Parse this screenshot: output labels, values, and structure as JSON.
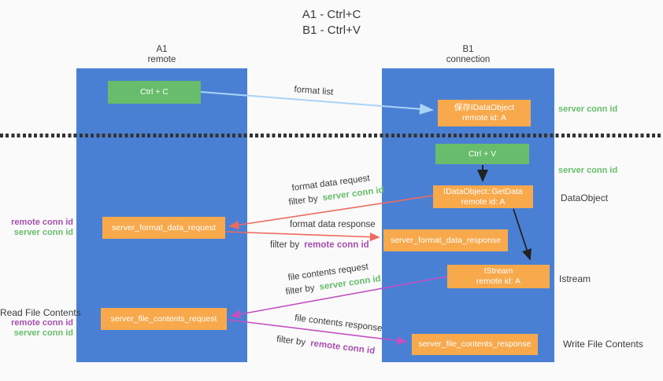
{
  "title": {
    "line1": "A1 - Ctrl+C",
    "line2": "B1 - Ctrl+V"
  },
  "columns": {
    "left": {
      "name": "A1",
      "role": "remote"
    },
    "right": {
      "name": "B1",
      "role": "connection"
    }
  },
  "nodes": {
    "ctrl_c": {
      "label": "Ctrl + C"
    },
    "save_idataobject": {
      "line1": "保存IDataObject",
      "line2": "remote id: A"
    },
    "ctrl_v": {
      "label": "Ctrl + V"
    },
    "getdata": {
      "line1": "IDataObject::GetData",
      "line2": "remote id: A"
    },
    "format_request": {
      "label": "server_format_data_request"
    },
    "format_response": {
      "label": "server_format_data_response"
    },
    "istream": {
      "line1": "IStream",
      "line2": "remote id: A"
    },
    "file_request": {
      "label": "server_file_contents_request"
    },
    "file_response": {
      "label": "server_file_contents_response"
    }
  },
  "flow_labels": {
    "format_list": "format list",
    "format_data_request": "format data request",
    "format_data_response": "format data response",
    "file_contents_request": "file contents request",
    "file_contents_response": "file contents response",
    "filter_by": "filter by",
    "server_conn_id": "server conn id",
    "remote_conn_id": "remote conn id"
  },
  "side_labels": {
    "right_server_conn_id_1": "server conn id",
    "right_server_conn_id_2": "server conn id",
    "data_object": "DataObject",
    "istream": "Istream",
    "write_file_contents": "Write File Contents",
    "left_remote_conn_id_1": "remote conn id",
    "left_server_conn_id_1": "server conn id",
    "read_file_contents": "Read File Contents",
    "left_remote_conn_id_2": "remote conn id",
    "left_server_conn_id_2": "server conn id"
  },
  "colors": {
    "column_blue": "#4a80d4",
    "box_green": "#67bd6b",
    "box_orange": "#f7a94c",
    "arrow_light_blue": "#aad4f5",
    "arrow_red": "#ed6a5e",
    "arrow_magenta": "#c351c3",
    "arrow_black": "#222222",
    "text_green": "#67bd6b",
    "text_purple": "#a64fae"
  }
}
